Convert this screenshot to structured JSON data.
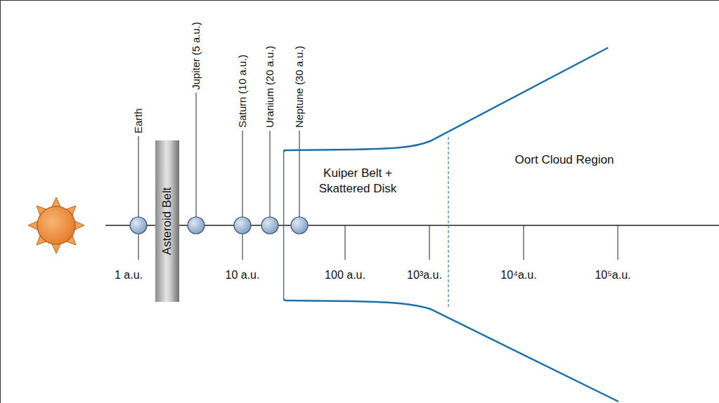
{
  "diagram": {
    "nodes": [
      {
        "text": [
          "Asteroid Belt"
        ]
      },
      {
        "text": [
          "Kuiper Belt + Skattered Disk",
          "Oort Cloud Region"
        ]
      }
    ],
    "labels": [
      "Earth",
      "Jupiter (5 a.u.)",
      "Saturn (10 a.u.)",
      "Uranium (20 a.u.)",
      "Neptune (30 a.u.)",
      "1 a.u.",
      "10 a.u.",
      "100 a.u.",
      "10³a.u.",
      "10⁴a.u.",
      "10⁵a.u."
    ]
  }
}
